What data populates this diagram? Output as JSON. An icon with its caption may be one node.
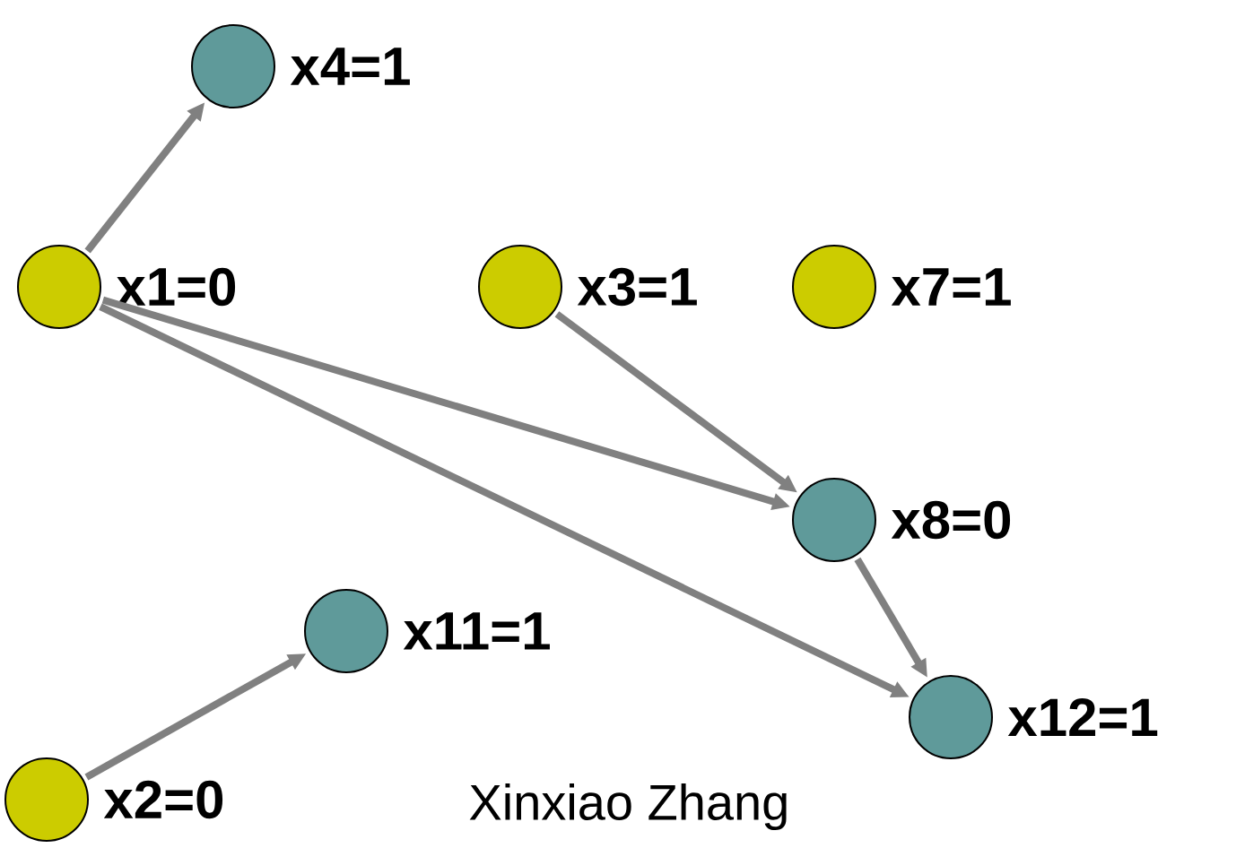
{
  "diagram": {
    "nodes": [
      {
        "text": [
          "x4=1"
        ]
      },
      {
        "text": [
          "x1=0"
        ]
      },
      {
        "text": [
          "x3=1"
        ]
      },
      {
        "text": [
          "x7=1"
        ]
      },
      {
        "text": [
          "x8=0"
        ]
      },
      {
        "text": [
          "x11=1"
        ]
      },
      {
        "text": [
          "x12=1"
        ]
      },
      {
        "text": [
          "x2=0"
        ]
      }
    ],
    "edges": [
      {
        "from": 1,
        "to": 0,
        "arrow": "to"
      },
      {
        "from": 1,
        "to": 4,
        "arrow": "to"
      },
      {
        "from": 1,
        "to": 6,
        "arrow": "to"
      },
      {
        "from": 2,
        "to": 4,
        "arrow": "to"
      },
      {
        "from": 4,
        "to": 6,
        "arrow": "to"
      },
      {
        "from": 7,
        "to": 5,
        "arrow": "to"
      }
    ],
    "labels": [
      "Xinxiao Zhang"
    ]
  }
}
